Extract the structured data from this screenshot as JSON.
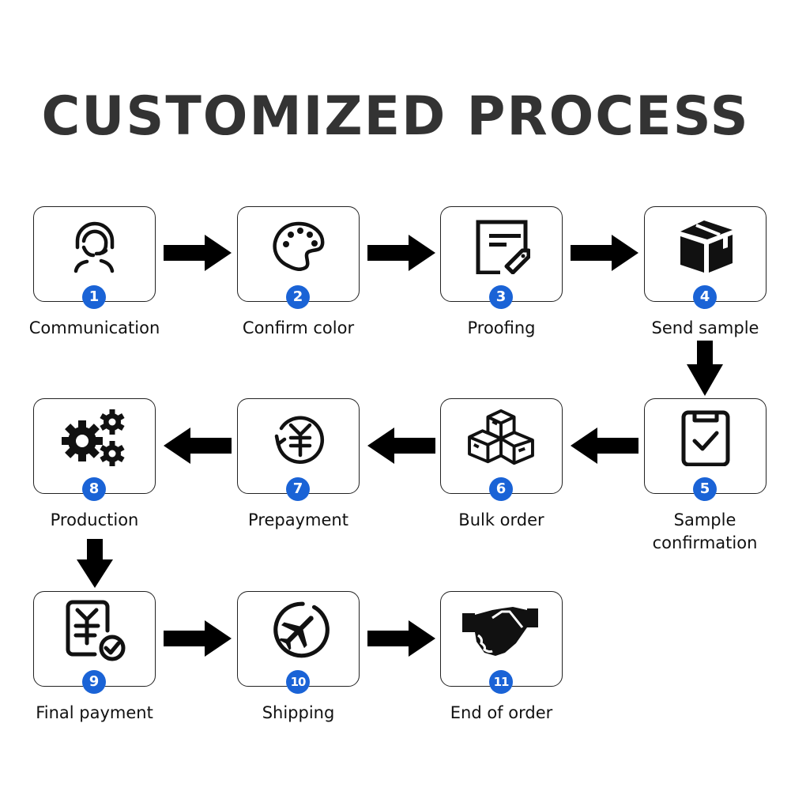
{
  "title": "CUSTOMIZED PROCESS",
  "colors": {
    "badge": "#1a63d6",
    "title": "#333333",
    "arrow": "#000000"
  },
  "steps": [
    {
      "number": "1",
      "label": "Communication",
      "icon": "headset-user-icon"
    },
    {
      "number": "2",
      "label": "Confirm color",
      "icon": "palette-icon"
    },
    {
      "number": "3",
      "label": "Proofing",
      "icon": "document-tag-icon"
    },
    {
      "number": "4",
      "label": "Send sample",
      "icon": "package-box-icon"
    },
    {
      "number": "5",
      "label": "Sample confirmation",
      "icon": "clipboard-check-icon"
    },
    {
      "number": "6",
      "label": "Bulk order",
      "icon": "stacked-boxes-icon"
    },
    {
      "number": "7",
      "label": "Prepayment",
      "icon": "yuan-refresh-icon"
    },
    {
      "number": "8",
      "label": "Production",
      "icon": "gears-icon"
    },
    {
      "number": "9",
      "label": "Final payment",
      "icon": "yuan-receipt-check-icon"
    },
    {
      "number": "10",
      "label": "Shipping",
      "icon": "airplane-circle-icon"
    },
    {
      "number": "11",
      "label": "End of order",
      "icon": "handshake-icon"
    }
  ],
  "arrows": [
    {
      "from": "1",
      "to": "2",
      "direction": "right"
    },
    {
      "from": "2",
      "to": "3",
      "direction": "right"
    },
    {
      "from": "3",
      "to": "4",
      "direction": "right"
    },
    {
      "from": "4",
      "to": "5",
      "direction": "down"
    },
    {
      "from": "5",
      "to": "6",
      "direction": "left"
    },
    {
      "from": "6",
      "to": "7",
      "direction": "left"
    },
    {
      "from": "7",
      "to": "8",
      "direction": "left"
    },
    {
      "from": "8",
      "to": "9",
      "direction": "down"
    },
    {
      "from": "9",
      "to": "10",
      "direction": "right"
    },
    {
      "from": "10",
      "to": "11",
      "direction": "right"
    }
  ]
}
